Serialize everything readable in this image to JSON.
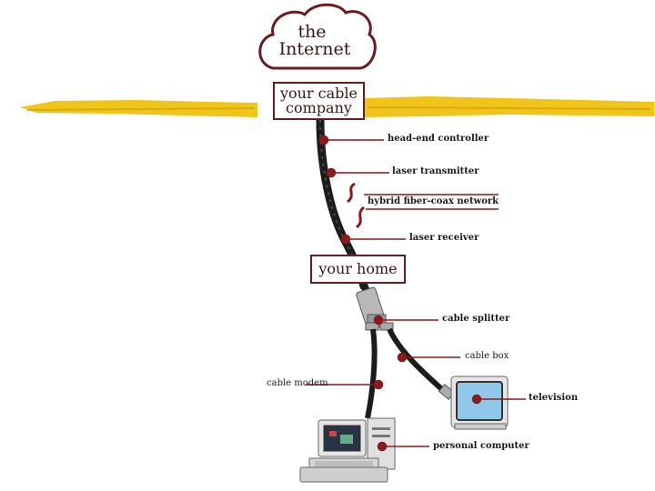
{
  "cloud": {
    "line1": "the",
    "line2": "Internet"
  },
  "cable_company": {
    "line1": "your cable",
    "line2": "company"
  },
  "home": {
    "label": "your home"
  },
  "callouts": {
    "head_end": "head-end controller",
    "laser_tx": "laser transmitter",
    "hfc": "hybrid fiber-coax network",
    "laser_rx": "laser receiver",
    "splitter": "cable splitter",
    "cable_box": "cable box",
    "cable_modem": "cable modem",
    "television": "television",
    "computer": "personal computer"
  },
  "colors": {
    "accent": "#8b1a1a",
    "highlighter": "#e8c21a",
    "cable": "#1c1c1c",
    "screen": "#8fc8e8"
  }
}
